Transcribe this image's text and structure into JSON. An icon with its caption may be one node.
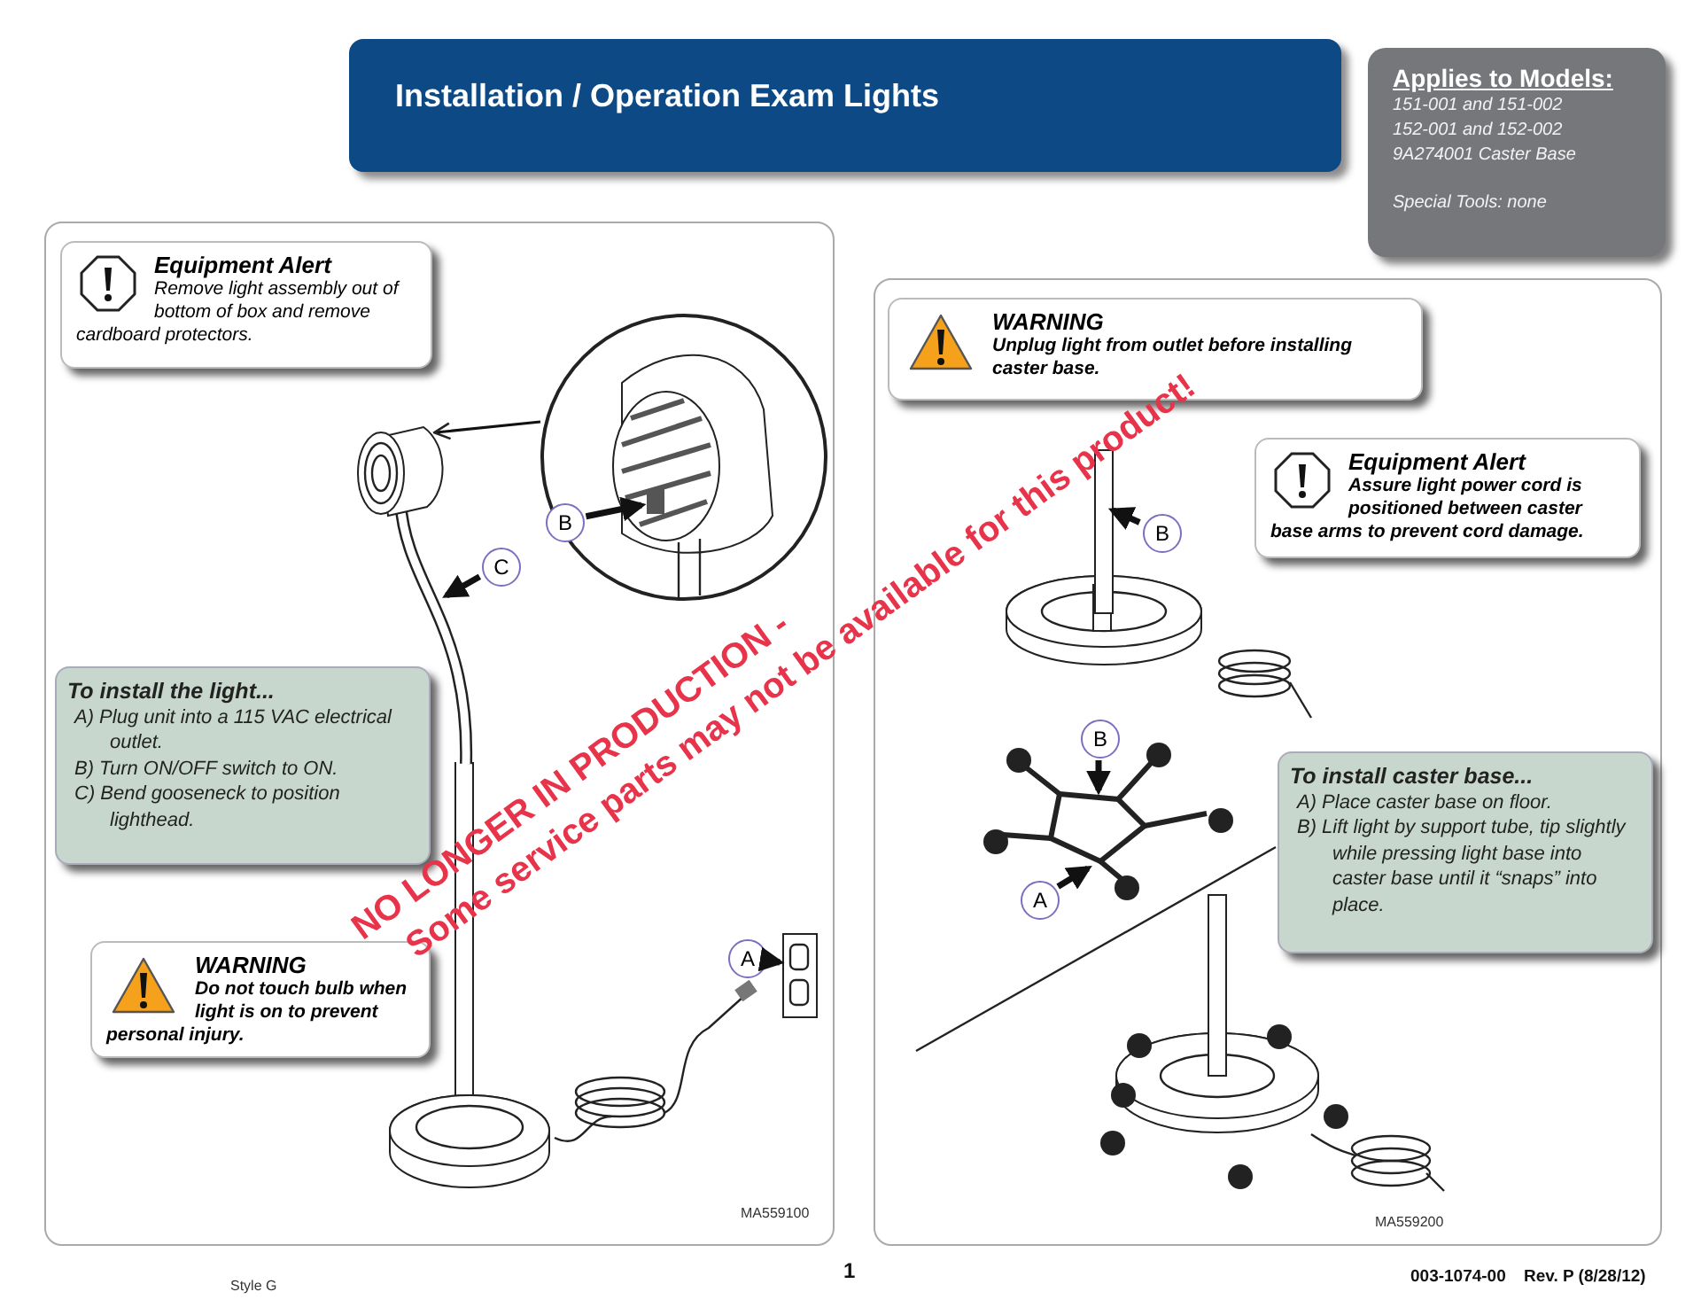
{
  "diagram": {
    "nodes": [
      {
        "text": [
          "Installation / Operation Exam Lights"
        ]
      },
      {
        "text": [
          "Applies to Models:",
          "151-001 and 151-002",
          "152-001 and 152-002",
          "9A274001 Caster Base",
          "Special Tools: none"
        ]
      },
      {
        "text": [],
        "shape": "box"
      },
      {
        "text": [
          "Equipment Alert",
          "Remove light assembly out of bottom of box and remove cardboard protectors."
        ],
        "in": 2
      },
      {
        "text": [
          "To install the light...",
          "A) Plug unit into a 115 VAC electrical outlet.",
          "B) Turn ON/OFF switch to ON.",
          "C) Bend gooseneck to position lighthead."
        ],
        "in": 2
      },
      {
        "text": [
          "WARNING",
          "Do not touch bulb when light is on to prevent personal injury."
        ],
        "in": 2
      },
      {
        "text": [
          "B"
        ],
        "in": 16
      },
      {
        "text": [
          "C"
        ],
        "in": 2
      },
      {
        "text": [
          "A"
        ],
        "in": 2
      },
      {
        "text": [],
        "shape": "box"
      },
      {
        "text": [
          "WARNING",
          "Unplug light from outlet before installing caster base."
        ],
        "in": 9
      },
      {
        "text": [
          "Equipment Alert",
          "Assure light power cord is positioned between caster base arms to prevent cord damage."
        ],
        "in": 9
      },
      {
        "text": [
          "To install caster base...",
          "A) Place caster base on floor.",
          "B) Lift light by support tube, tip slightly while pressing light base into caster base until it “snaps” into place."
        ],
        "in": 9
      },
      {
        "text": [
          "B"
        ],
        "in": 9
      },
      {
        "text": [
          "B"
        ],
        "in": 9
      },
      {
        "text": [
          "A"
        ],
        "in": 9
      },
      {
        "text": [],
        "shape": "picture",
        "in": 2
      },
      {
        "text": [],
        "shape": "picture",
        "in": 2
      },
      {
        "text": [],
        "shape": "picture",
        "in": 2
      },
      {
        "text": [],
        "shape": "bar",
        "in": 9
      },
      {
        "text": [],
        "shape": "picture",
        "in": 9
      }
    ],
    "edges": [
      {
        "from": 16,
        "to": 17,
        "arrow": "to"
      },
      {
        "from": 6,
        "to": 16,
        "arrow": "to"
      },
      {
        "from": 7,
        "to": 17,
        "arrow": "to"
      },
      {
        "from": 8,
        "to": 18,
        "arrow": "to"
      },
      {
        "from": 13,
        "to": 19,
        "arrow": "to"
      },
      {
        "from": 14,
        "to": 20,
        "arrow": "to"
      },
      {
        "from": 15,
        "to": 20,
        "arrow": "to"
      }
    ],
    "labels": [
      "NO LONGER IN PRODUCTION -",
      "Some service parts may not be available for this product!",
      "MA559100",
      "MA559200",
      "Style G",
      "1",
      "003-1074-00",
      "Rev. P (8/28/12)"
    ]
  }
}
